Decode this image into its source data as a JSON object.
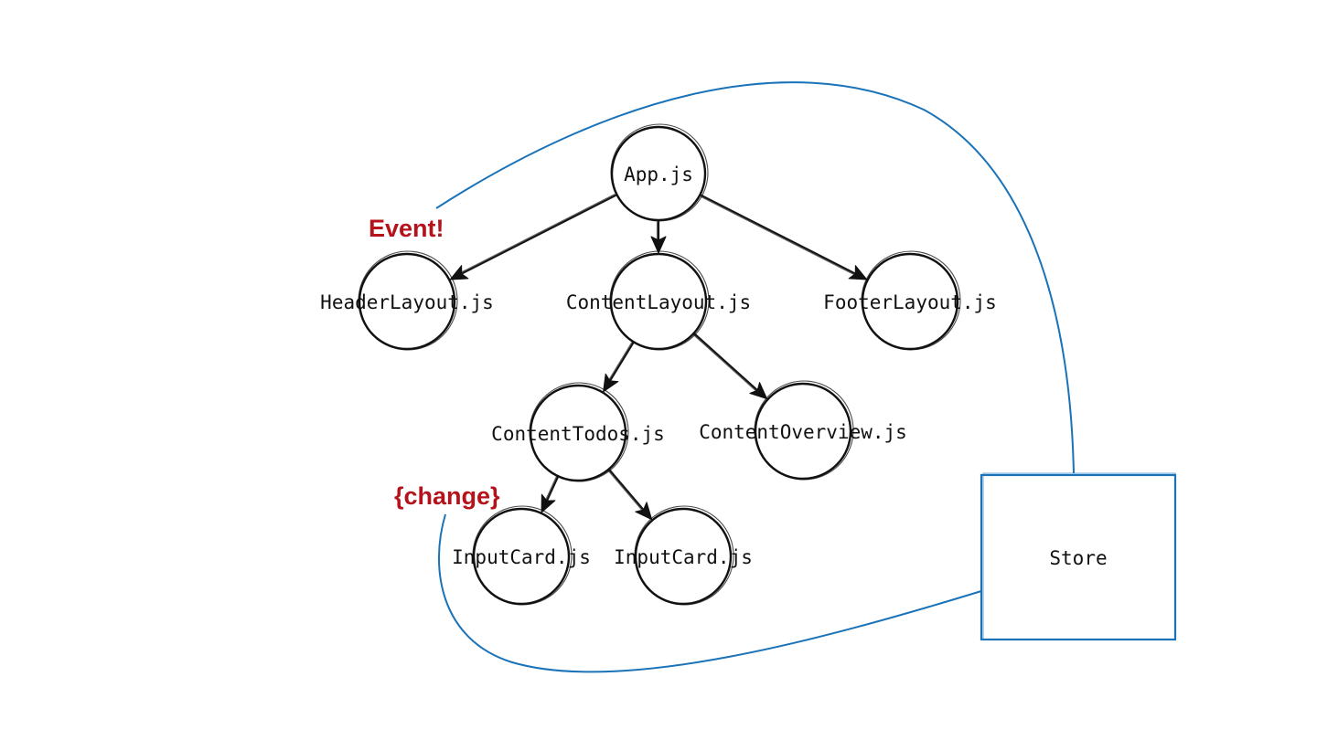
{
  "nodes": {
    "app": "App.js",
    "header_layout": "HeaderLayout.js",
    "content_layout": "ContentLayout.js",
    "footer_layout": "FooterLayout.js",
    "content_todos": "ContentTodos.js",
    "content_overview": "ContentOverview.js",
    "input_card_1": "InputCard.js",
    "input_card_2": "InputCard.js",
    "store": "Store"
  },
  "annotations": {
    "event": "Event!",
    "change": "{change}"
  },
  "edges": [
    {
      "from": "app",
      "to": "header_layout"
    },
    {
      "from": "app",
      "to": "content_layout"
    },
    {
      "from": "app",
      "to": "footer_layout"
    },
    {
      "from": "content_layout",
      "to": "content_todos"
    },
    {
      "from": "content_layout",
      "to": "content_overview"
    },
    {
      "from": "content_todos",
      "to": "input_card_1"
    },
    {
      "from": "content_todos",
      "to": "input_card_2"
    }
  ],
  "flows": [
    {
      "from": "header_layout",
      "to": "store",
      "label": "event"
    },
    {
      "from": "store",
      "to": "input_card_1",
      "label": "change"
    }
  ],
  "colors": {
    "node_stroke": "#111111",
    "annotation": "#b5121b",
    "flow_line": "#1a73b8"
  }
}
